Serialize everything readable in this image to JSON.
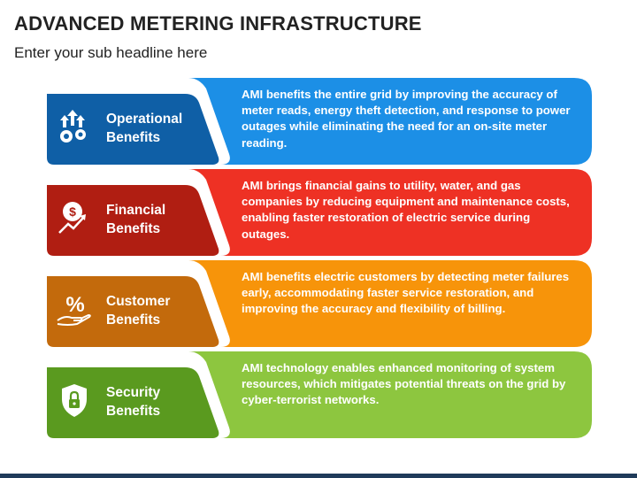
{
  "title": "ADVANCED METERING INFRASTRUCTURE",
  "subtitle": "Enter your sub headline here",
  "rows": [
    {
      "label_line1": "Operational",
      "label_line2": "Benefits",
      "icon": "gears-arrows-icon",
      "text": "AMI benefits the entire grid by improving the accuracy of meter reads, energy theft detection, and response to power outages while eliminating the need for an on-site meter reading.",
      "color_light": "#1c8fe6",
      "color_dark": "#0f5fa6"
    },
    {
      "label_line1": "Financial",
      "label_line2": "Benefits",
      "icon": "dollar-growth-icon",
      "text": "AMI brings financial gains to utility, water, and gas companies by reducing equipment and maintenance costs, enabling faster restoration of electric service during outages.",
      "color_light": "#ee3124",
      "color_dark": "#b01e12"
    },
    {
      "label_line1": "Customer",
      "label_line2": "Benefits",
      "icon": "percent-hand-icon",
      "text": "AMI benefits electric customers by detecting meter failures early, accommodating faster service restoration, and improving the accuracy and flexibility of billing.",
      "color_light": "#f7940a",
      "color_dark": "#c36a0c"
    },
    {
      "label_line1": "Security",
      "label_line2": "Benefits",
      "icon": "shield-lock-icon",
      "text": "AMI technology enables enhanced monitoring of system resources, which mitigates potential threats on the grid by cyber-terrorist networks.",
      "color_light": "#8dc63f",
      "color_dark": "#5a9a1f"
    }
  ]
}
